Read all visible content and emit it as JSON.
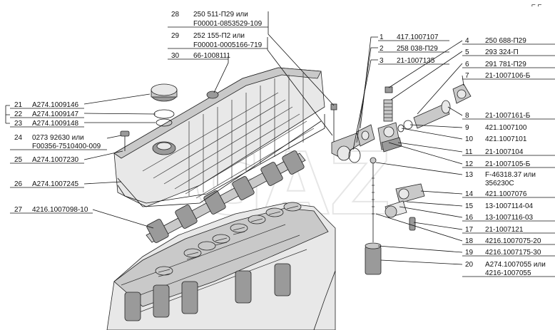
{
  "header_marks": "⌐ ⌐",
  "left_labels": [
    {
      "num": "21",
      "code": "A274.1009146"
    },
    {
      "num": "22",
      "code": "A274.1009147"
    },
    {
      "num": "23",
      "code": "A274.1009148"
    },
    {
      "num": "24",
      "code": "0273 92630 или"
    },
    {
      "num": "",
      "code": "F00356-7510400-009"
    },
    {
      "num": "25",
      "code": "A274.1007230"
    },
    {
      "num": "26",
      "code": "A274.1007245"
    },
    {
      "num": "27",
      "code": "4216.1007098-10"
    }
  ],
  "top_labels": [
    {
      "num": "28",
      "code": "250 511-П29 или"
    },
    {
      "num": "",
      "code": "F00001-0853529-109"
    },
    {
      "num": "29",
      "code": "252 155-П2 или"
    },
    {
      "num": "",
      "code": "F00001-0005166-719"
    },
    {
      "num": "30",
      "code": "66-1008111"
    }
  ],
  "mid_labels": [
    {
      "num": "1",
      "code": "417.1007107"
    },
    {
      "num": "2",
      "code": "258 038-П29"
    },
    {
      "num": "3",
      "code": "21-1007135"
    }
  ],
  "right_labels": [
    {
      "num": "4",
      "code": "250 688-П29"
    },
    {
      "num": "5",
      "code": "293 324-П"
    },
    {
      "num": "6",
      "code": "291 781-П29"
    },
    {
      "num": "7",
      "code": "21-1007106-Б"
    },
    {
      "num": "8",
      "code": "21-1007161-Б"
    },
    {
      "num": "9",
      "code": "421.1007100"
    },
    {
      "num": "10",
      "code": "421.1007101"
    },
    {
      "num": "11",
      "code": "21-1007104"
    },
    {
      "num": "12",
      "code": "21-1007105-Б"
    },
    {
      "num": "13",
      "code": "F-46318.37 или"
    },
    {
      "num": "",
      "code": "356230С"
    },
    {
      "num": "14",
      "code": "421.1007076"
    },
    {
      "num": "15",
      "code": "13-1007114-04"
    },
    {
      "num": "16",
      "code": "13-1007116-03"
    },
    {
      "num": "17",
      "code": "21-1007121"
    },
    {
      "num": "18",
      "code": "4216.1007075-20"
    },
    {
      "num": "19",
      "code": "4216.1007175-30"
    },
    {
      "num": "20",
      "code": "A274.1007055 или"
    },
    {
      "num": "",
      "code": "4216-1007055"
    }
  ]
}
